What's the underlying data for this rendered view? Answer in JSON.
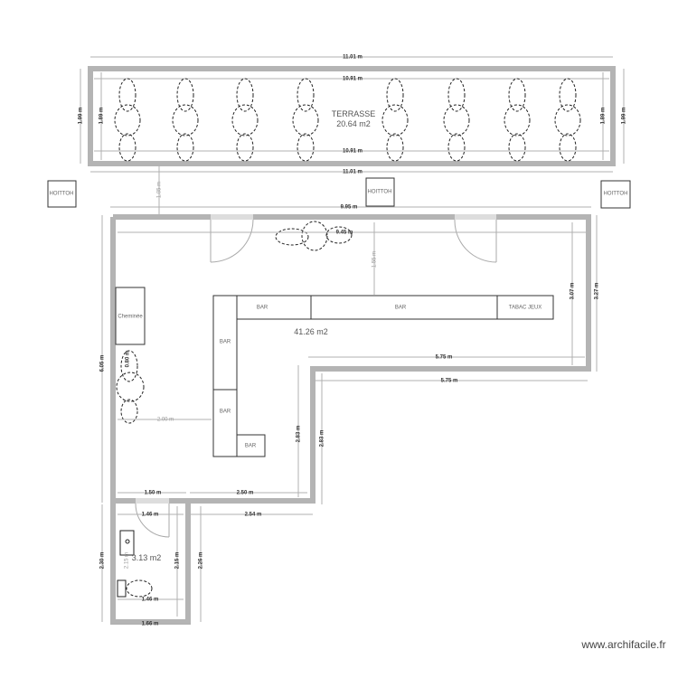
{
  "terrace": {
    "name": "TERRASSE",
    "area": "20.64 m2",
    "outer_width": "11.01 m",
    "inner_width": "10.91 m",
    "outer_depth": "1.99 m",
    "inner_depth": "1.89 m"
  },
  "signs": {
    "label": "HOITTOH"
  },
  "main_room": {
    "area": "41.26 m2",
    "chimney": "Cheminée",
    "bar": "BAR",
    "tabac": "TABAC JEUX"
  },
  "wc": {
    "area": "3.13 m2"
  },
  "dims": {
    "gap_terrace": "1.05 m",
    "top_outer": "9.95 m",
    "top_inner": "9.45 m",
    "bar_clearance": "1.55 m",
    "right_inner": "3.07 m",
    "right_outer": "3.27 m",
    "step_inner": "5.75 m",
    "step_outer": "5.75 m",
    "step_height_inner": "2.83 m",
    "step_height_outer": "2.83 m",
    "left_height": "6.05 m",
    "chair_depth": "0.80 m",
    "bar_distance": "2.00 m",
    "bottom_a": "1.50 m",
    "bottom_b": "2.50 m",
    "wc_top_inner": "1.46 m",
    "bottom_outer_b": "2.54 m",
    "wc_left_outer": "2.30 m",
    "wc_right_inner": "2.15 m",
    "wc_right_outer": "2.26 m",
    "wc_bottom_inner": "1.46 m",
    "wc_bottom_outer": "1.66 m",
    "wc_left_inner": "2.15 m"
  },
  "watermark": "www.archifacile.fr"
}
